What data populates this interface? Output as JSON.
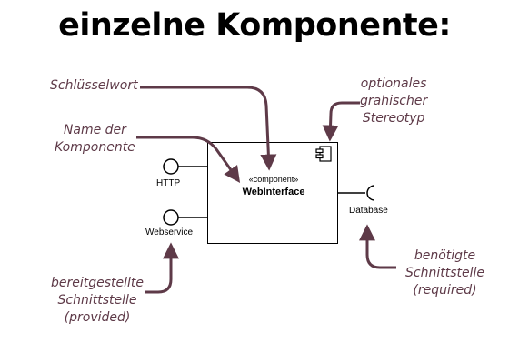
{
  "title": "einzelne Komponente:",
  "component": {
    "stereotype": "«component»",
    "name": "WebInterface"
  },
  "interfaces": {
    "provided": [
      "HTTP",
      "Webservice"
    ],
    "required": [
      "Database"
    ]
  },
  "annotations": {
    "keyword": "Schlüsselwort",
    "name_line1": "Name der",
    "name_line2": "Komponente",
    "stereo_line1": "optionales",
    "stereo_line2": "grahischer",
    "stereo_line3": "Stereotyp",
    "provided_line1": "bereitgestellte",
    "provided_line2": "Schnittstelle",
    "provided_line3": "(provided)",
    "required_line1": "benötigte",
    "required_line2": "Schnittstelle",
    "required_line3": "(required)"
  },
  "colors": {
    "annotation": "#5e3a48",
    "diagram": "#000000"
  }
}
